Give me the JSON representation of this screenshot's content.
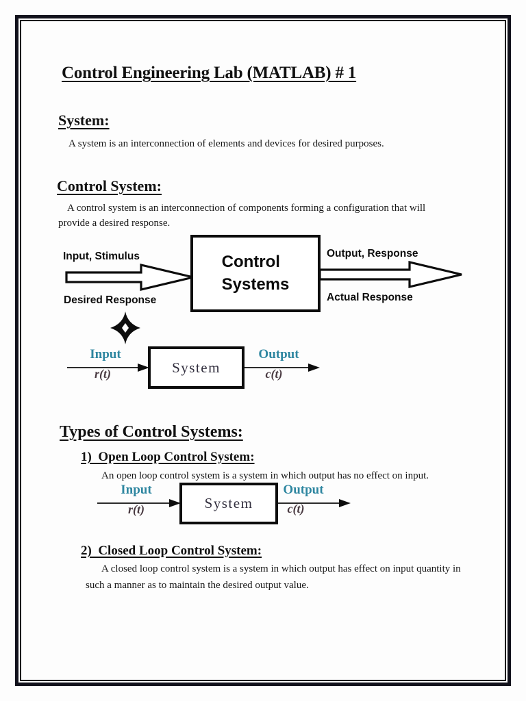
{
  "document": {
    "title": "Control Engineering Lab (MATLAB) # 1"
  },
  "system_section": {
    "heading": "System:",
    "body": "A system is an interconnection of elements and devices for desired purposes."
  },
  "control_system_section": {
    "heading": "Control System:",
    "body": "A control system is an interconnection of components forming a configuration that will provide a desired response."
  },
  "control_diagram": {
    "input_label": "Input, Stimulus",
    "desired_label": "Desired Response",
    "box_label": "Control Systems",
    "output_label": "Output, Response",
    "actual_label": "Actual Response"
  },
  "system_diagram": {
    "input_label": "Input",
    "input_signal": "r(t)",
    "box_label": "System",
    "output_label": "Output",
    "output_signal": "c(t)"
  },
  "types_section": {
    "heading": "Types of Control Systems:",
    "open_loop": {
      "heading": "1)  Open Loop Control System:",
      "body": "An open loop control system is a system in which output has no effect on input."
    },
    "closed_loop": {
      "heading": "2)  Closed Loop Control System:",
      "body": "A closed loop control system is a system in which output has effect on input quantity in such a manner as to maintain the desired output value."
    }
  },
  "open_loop_diagram": {
    "input_label": "Input",
    "input_signal": "r(t)",
    "box_label": "System",
    "output_label": "Output",
    "output_signal": "c(t)"
  },
  "colors": {
    "ink": "#111111",
    "border": "#12121c",
    "label_teal": "#2e86a0",
    "signal_dark": "#4a3b42"
  }
}
